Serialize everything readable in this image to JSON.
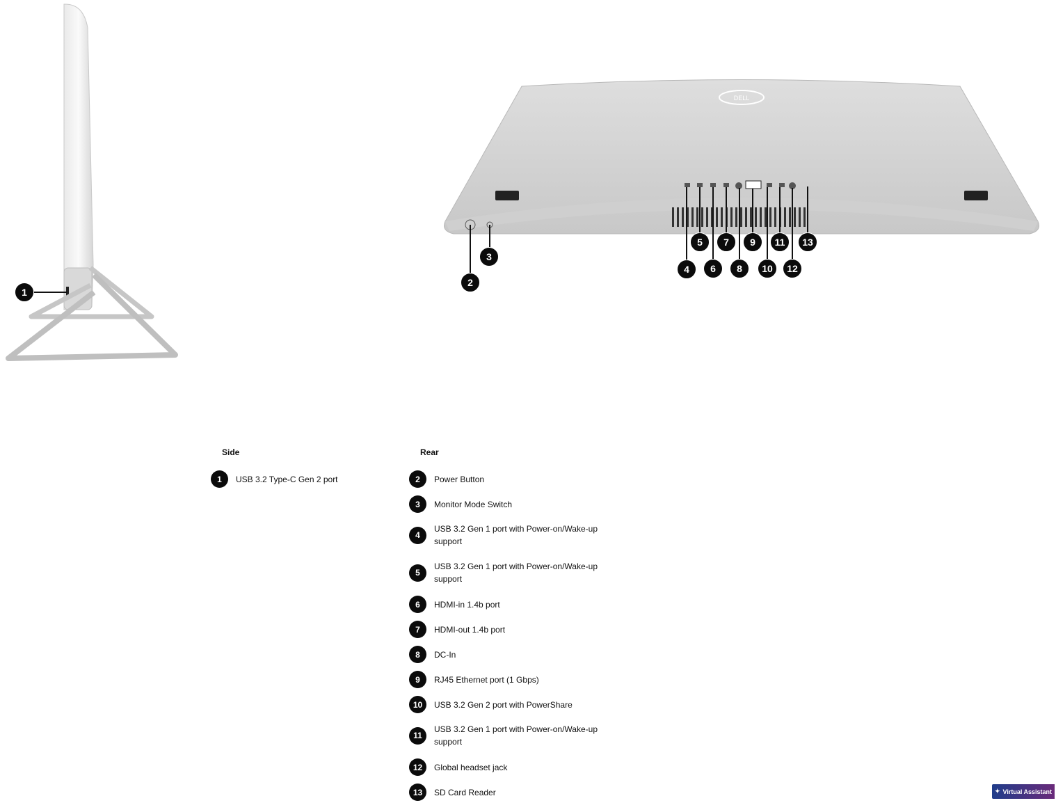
{
  "side_figure": {
    "callouts": [
      "1"
    ]
  },
  "rear_figure": {
    "logo_text": "DELL",
    "callouts": [
      "2",
      "3",
      "4",
      "5",
      "6",
      "7",
      "8",
      "9",
      "10",
      "11",
      "12",
      "13"
    ]
  },
  "legend": {
    "side": {
      "heading": "Side",
      "items": [
        {
          "num": "1",
          "label": "USB 3.2 Type-C Gen 2 port"
        }
      ]
    },
    "rear": {
      "heading": "Rear",
      "items": [
        {
          "num": "2",
          "label": "Power Button"
        },
        {
          "num": "3",
          "label": "Monitor Mode Switch"
        },
        {
          "num": "4",
          "label": "USB 3.2 Gen 1 port with Power-on/Wake-up support"
        },
        {
          "num": "5",
          "label": "USB 3.2 Gen 1 port with Power-on/Wake-up support"
        },
        {
          "num": "6",
          "label": "HDMI-in 1.4b port"
        },
        {
          "num": "7",
          "label": "HDMI-out 1.4b port"
        },
        {
          "num": "8",
          "label": "DC-In"
        },
        {
          "num": "9",
          "label": "RJ45 Ethernet port (1 Gbps)"
        },
        {
          "num": "10",
          "label": "USB 3.2 Gen 2 port with PowerShare"
        },
        {
          "num": "11",
          "label": "USB 3.2 Gen 1 port with Power-on/Wake-up support"
        },
        {
          "num": "12",
          "label": "Global headset jack"
        },
        {
          "num": "13",
          "label": "SD Card Reader"
        }
      ]
    }
  },
  "virtual_assistant": {
    "label": "Virtual Assistant",
    "icon": "sparkle-icon"
  }
}
